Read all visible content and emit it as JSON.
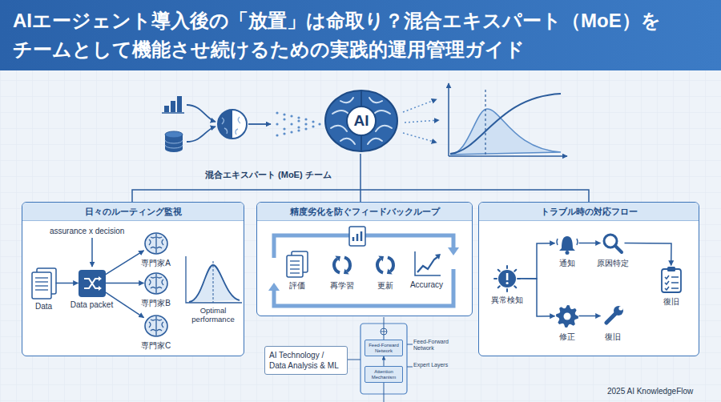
{
  "diagram": {
    "title": "AIエージェント導入後の「放置」は命取り？混合エキスパート（MoE）を チームとして機能させ続けるための実践的運用管理ガイド",
    "nodes": [
      {
        "text": [
          "AI"
        ]
      },
      {
        "text": [
          "日々のルーティング監視"
        ]
      },
      {
        "text": [
          "Data"
        ],
        "in": 1
      },
      {
        "text": [
          "Data packet"
        ],
        "in": 1
      },
      {
        "text": [
          "専門家A"
        ],
        "in": 1
      },
      {
        "text": [
          "専門家B"
        ],
        "in": 1
      },
      {
        "text": [
          "専門家C"
        ],
        "in": 1
      },
      {
        "text": [
          "精度劣化を防ぐフィードバックループ"
        ]
      },
      {
        "text": [
          "評価"
        ],
        "in": 7
      },
      {
        "text": [
          "再学習"
        ],
        "in": 7
      },
      {
        "text": [
          "更新"
        ],
        "in": 7
      },
      {
        "text": [
          "Accuracy"
        ],
        "in": 7
      },
      {
        "text": [
          "トラブル時の対応フロー"
        ]
      },
      {
        "text": [
          "異常検知"
        ],
        "in": 12
      },
      {
        "text": [
          "通知"
        ],
        "in": 12
      },
      {
        "text": [
          "原因特定"
        ],
        "in": 12
      },
      {
        "text": [
          "復旧"
        ],
        "in": 12
      },
      {
        "text": [
          "修正"
        ],
        "in": 12
      },
      {
        "text": [
          "復旧"
        ],
        "in": 12
      },
      {
        "text": [
          "AI Technology / Data Analysis & ML"
        ]
      },
      {
        "text": [
          "Feed-Forward Network"
        ]
      },
      {
        "text": [
          "Attention Mechanism"
        ]
      }
    ],
    "edges": [
      {
        "from": 2,
        "to": 3,
        "arrow": "to"
      },
      {
        "from": 3,
        "to": 4,
        "arrow": "to"
      },
      {
        "from": 3,
        "to": 5,
        "arrow": "to"
      },
      {
        "from": 3,
        "to": 6,
        "arrow": "to"
      },
      {
        "from": 13,
        "to": 14,
        "arrow": "to"
      },
      {
        "from": 14,
        "to": 15,
        "arrow": "to"
      },
      {
        "from": 15,
        "to": 16,
        "arrow": "to"
      },
      {
        "from": 13,
        "to": 17,
        "arrow": "to"
      },
      {
        "from": 17,
        "to": 18,
        "arrow": "to"
      },
      {
        "from": 21,
        "to": 20,
        "arrow": "to"
      }
    ],
    "labels": [
      "混合エキスパート (MoE) チーム",
      "assurance x decision",
      "Optimal performance",
      "Feed-Forward Network",
      "Expert Layers",
      "2025 AI KnowledgeFlow"
    ]
  }
}
